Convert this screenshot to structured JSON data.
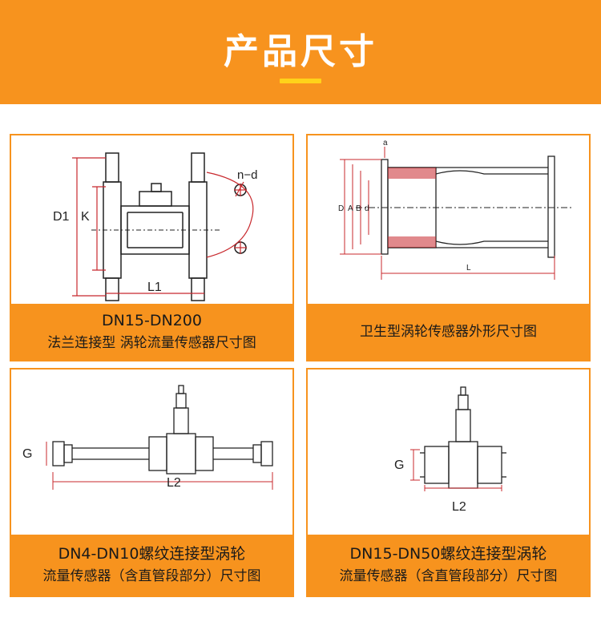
{
  "header": {
    "title": "产品尺寸"
  },
  "cards": [
    {
      "caption_line1": "DN15-DN200",
      "caption_line2": "法兰连接型 涡轮流量传感器尺寸图",
      "labels": {
        "d1": "D1",
        "k": "K",
        "l1": "L1",
        "nd": "n−d"
      }
    },
    {
      "caption_line1": "卫生型涡轮传感器外形尺寸图",
      "labels": {
        "a_small": "a",
        "D": "D",
        "A": "A",
        "B": "B",
        "d": "d",
        "L": "L"
      }
    },
    {
      "caption_line1": "DN4-DN10螺纹连接型涡轮",
      "caption_line2": "流量传感器（含直管段部分）尺寸图",
      "labels": {
        "g": "G",
        "l2": "L2"
      }
    },
    {
      "caption_line1": "DN15-DN50螺纹连接型涡轮",
      "caption_line2": "流量传感器（含直管段部分）尺寸图",
      "labels": {
        "g": "G",
        "l2": "L2"
      }
    }
  ],
  "colors": {
    "accent": "#f7931e",
    "title_bar": "#ffd21a",
    "dimension": "#c8282d",
    "line": "#222222"
  }
}
